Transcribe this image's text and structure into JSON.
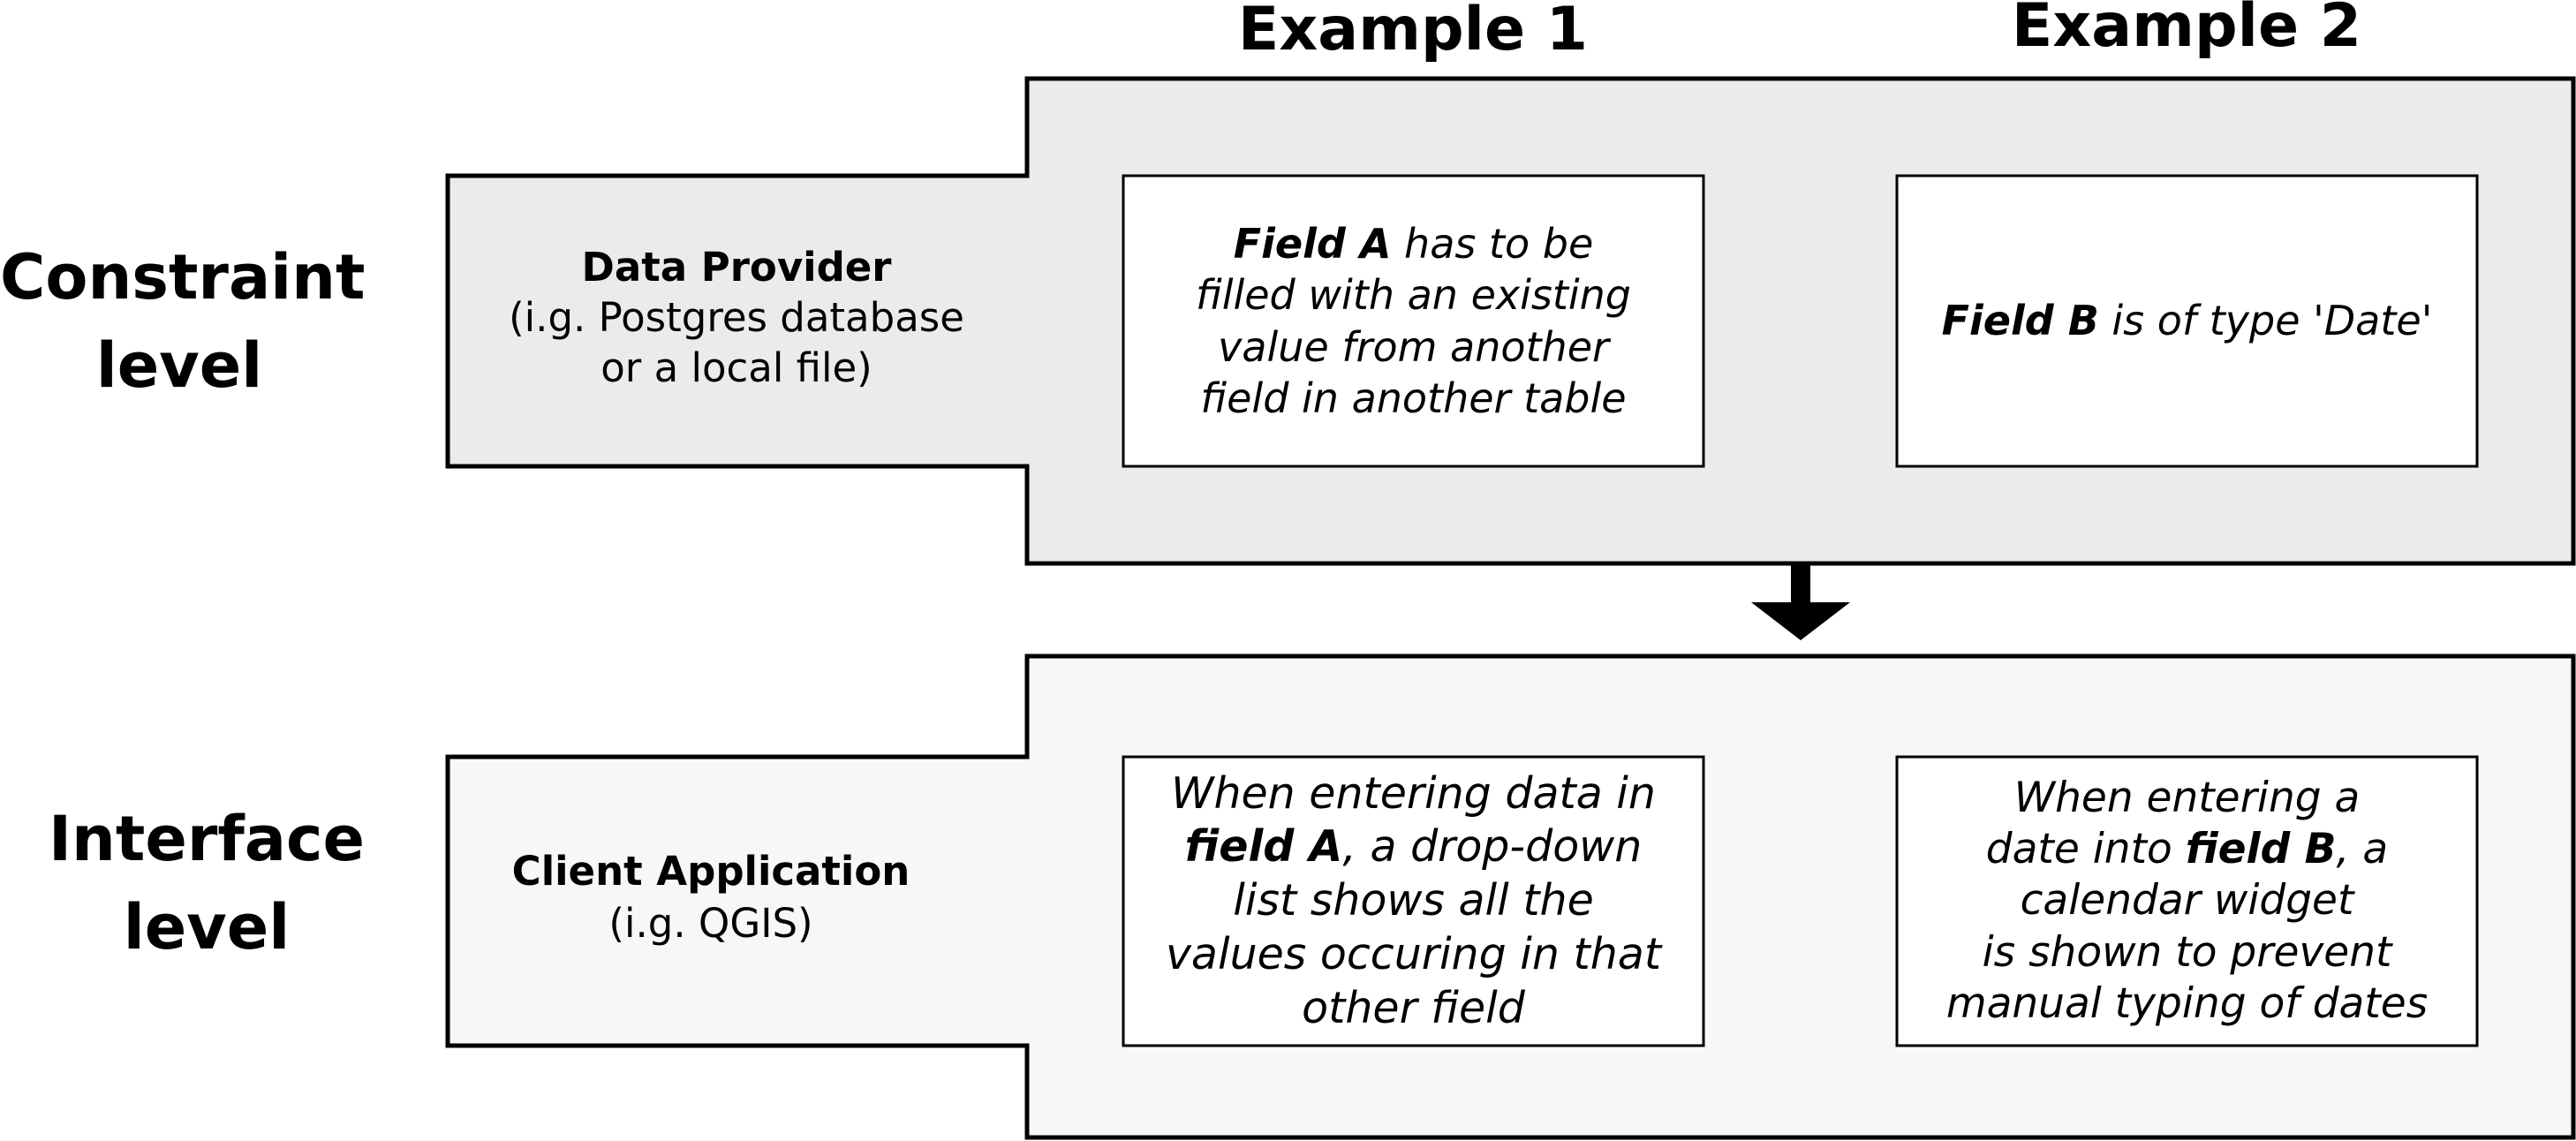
{
  "columns": {
    "example1": "Example 1",
    "example2": "Example 2"
  },
  "levels": {
    "constraint": {
      "line1": "Constraint",
      "line2": "level"
    },
    "interface": {
      "line1": "Interface",
      "line2": "level"
    }
  },
  "entities": {
    "data_provider": {
      "title": "Data Provider",
      "subtitle_line1": "(i.g. Postgres database",
      "subtitle_line2": "or a local file)"
    },
    "client_application": {
      "title": "Client Application",
      "subtitle": "(i.g. QGIS)"
    }
  },
  "examples": {
    "constraint_example1": {
      "bold": "Field A",
      "rest_line1": " has to be",
      "line2": "filled with an existing",
      "line3": "value from another",
      "line4": "field in another table"
    },
    "constraint_example2": {
      "bold": "Field B",
      "middle": " is of type '",
      "type_word": "Date",
      "end": "'"
    },
    "interface_example1": {
      "line1": "When entering data in",
      "bold": "field A",
      "rest_line2": ", a drop-down",
      "line3": "list shows all the",
      "line4": "values occuring in that",
      "line5": "other field"
    },
    "interface_example2": {
      "line1": "When entering a",
      "line2_start": "date into ",
      "bold": "field B",
      "line2_end": ", a",
      "line3": "calendar widget",
      "line4": "is shown to prevent",
      "line5": "manual typing of dates"
    }
  },
  "colors": {
    "constraint_fill": "#ebebeb",
    "interface_fill": "#f7f7f7",
    "stroke": "#000000",
    "example_fill": "#ffffff"
  }
}
